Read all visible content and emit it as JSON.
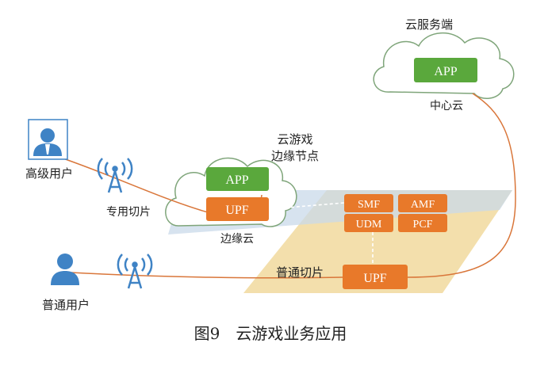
{
  "labels": {
    "cloud_service": "云服务端",
    "center_cloud": "中心云",
    "edge_node_line1": "云游戏",
    "edge_node_line2": "边缘节点",
    "edge_cloud": "边缘云",
    "vip_user": "高级用户",
    "dedicated_slice": "专用切片",
    "normal_user": "普通用户",
    "normal_slice": "普通切片",
    "caption": "图9　云游戏业务应用"
  },
  "boxes": {
    "center_app": "APP",
    "edge_app": "APP",
    "edge_upf": "UPF",
    "smf": "SMF",
    "amf": "AMF",
    "udm": "UDM",
    "pcf": "PCF",
    "normal_upf": "UPF"
  },
  "icons": {
    "vip_user": "user-with-tie-icon",
    "normal_user": "user-icon",
    "antenna": "antenna-tower-icon"
  },
  "colors": {
    "cloud_stroke": "#7fa57a",
    "green_box": "#5aa83c",
    "orange_box": "#e8792a",
    "blue_plane": "#c9d9ea",
    "yellow_plane": "#f2dca3",
    "link_line": "#d9763a",
    "user_blue": "#3f83c5"
  }
}
